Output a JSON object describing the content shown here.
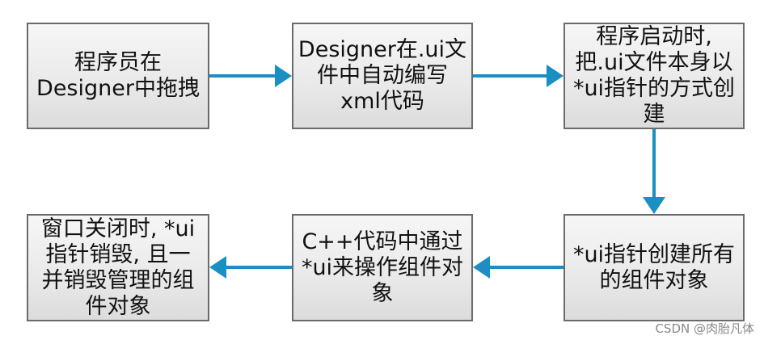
{
  "diagram": {
    "nodes": [
      {
        "id": "n1",
        "text": "程序员在\nDesigner中拖拽"
      },
      {
        "id": "n2",
        "text": "Designer在.ui文\n件中自动编写\nxml代码"
      },
      {
        "id": "n3",
        "text": "程序启动时,\n把.ui文件本身以\n*ui指针的方式创\n建"
      },
      {
        "id": "n4",
        "text": "*ui指针创建所有\n的组件对象"
      },
      {
        "id": "n5",
        "text": "C++代码中通过\n*ui来操作组件对\n象"
      },
      {
        "id": "n6",
        "text": "窗口关闭时, *ui\n指针销毁, 且一\n并销毁管理的组\n件对象"
      }
    ],
    "edges": [
      {
        "from": "n1",
        "to": "n2"
      },
      {
        "from": "n2",
        "to": "n3"
      },
      {
        "from": "n3",
        "to": "n4"
      },
      {
        "from": "n4",
        "to": "n5"
      },
      {
        "from": "n5",
        "to": "n6"
      }
    ],
    "arrow_color": "#1a8fc4",
    "box_border_color": "#6b6b6b"
  },
  "watermark": "CSDN @肉胎凡体"
}
